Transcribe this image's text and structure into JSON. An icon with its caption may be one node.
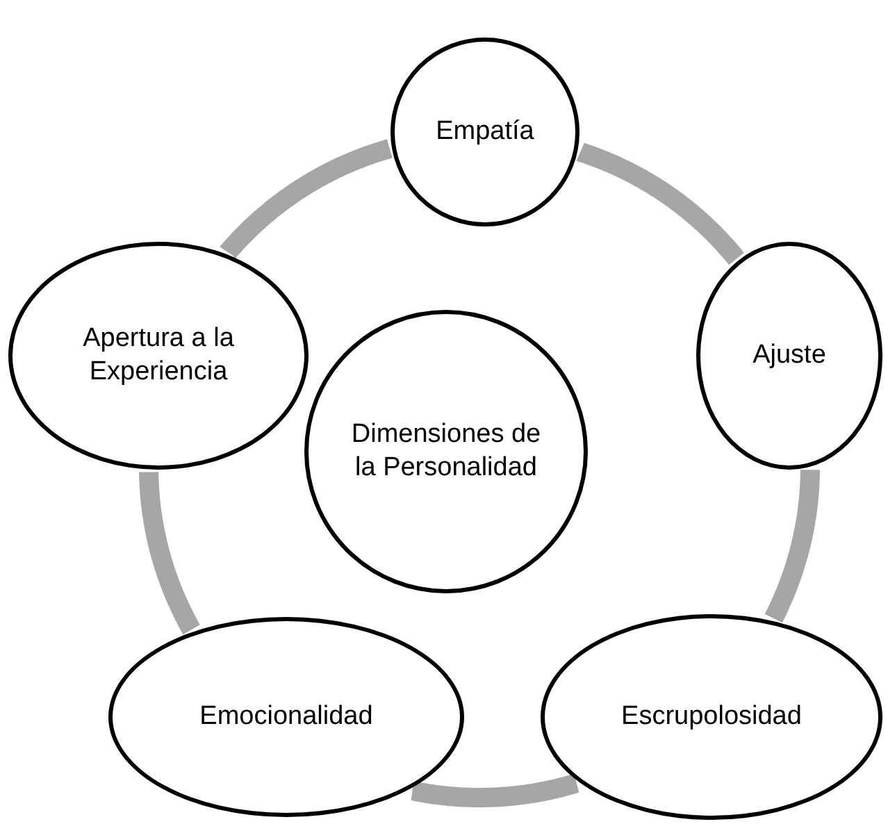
{
  "diagram": {
    "nodes": [
      {
        "text": [
          "Empatía"
        ]
      },
      {
        "text": [
          "Ajuste"
        ]
      },
      {
        "text": [
          "Escrupolosidad"
        ]
      },
      {
        "text": [
          "Emocionalidad"
        ]
      },
      {
        "text": [
          "Apertura a la Experiencia"
        ]
      },
      {
        "text": [
          "Dimensiones de la Personalidad"
        ]
      }
    ],
    "edges": [
      {
        "from": 0,
        "to": 1,
        "arrow": "none"
      },
      {
        "from": 1,
        "to": 2,
        "arrow": "none"
      },
      {
        "from": 2,
        "to": 3,
        "arrow": "none"
      },
      {
        "from": 3,
        "to": 4,
        "arrow": "none"
      },
      {
        "from": 4,
        "to": 0,
        "arrow": "none"
      }
    ]
  }
}
